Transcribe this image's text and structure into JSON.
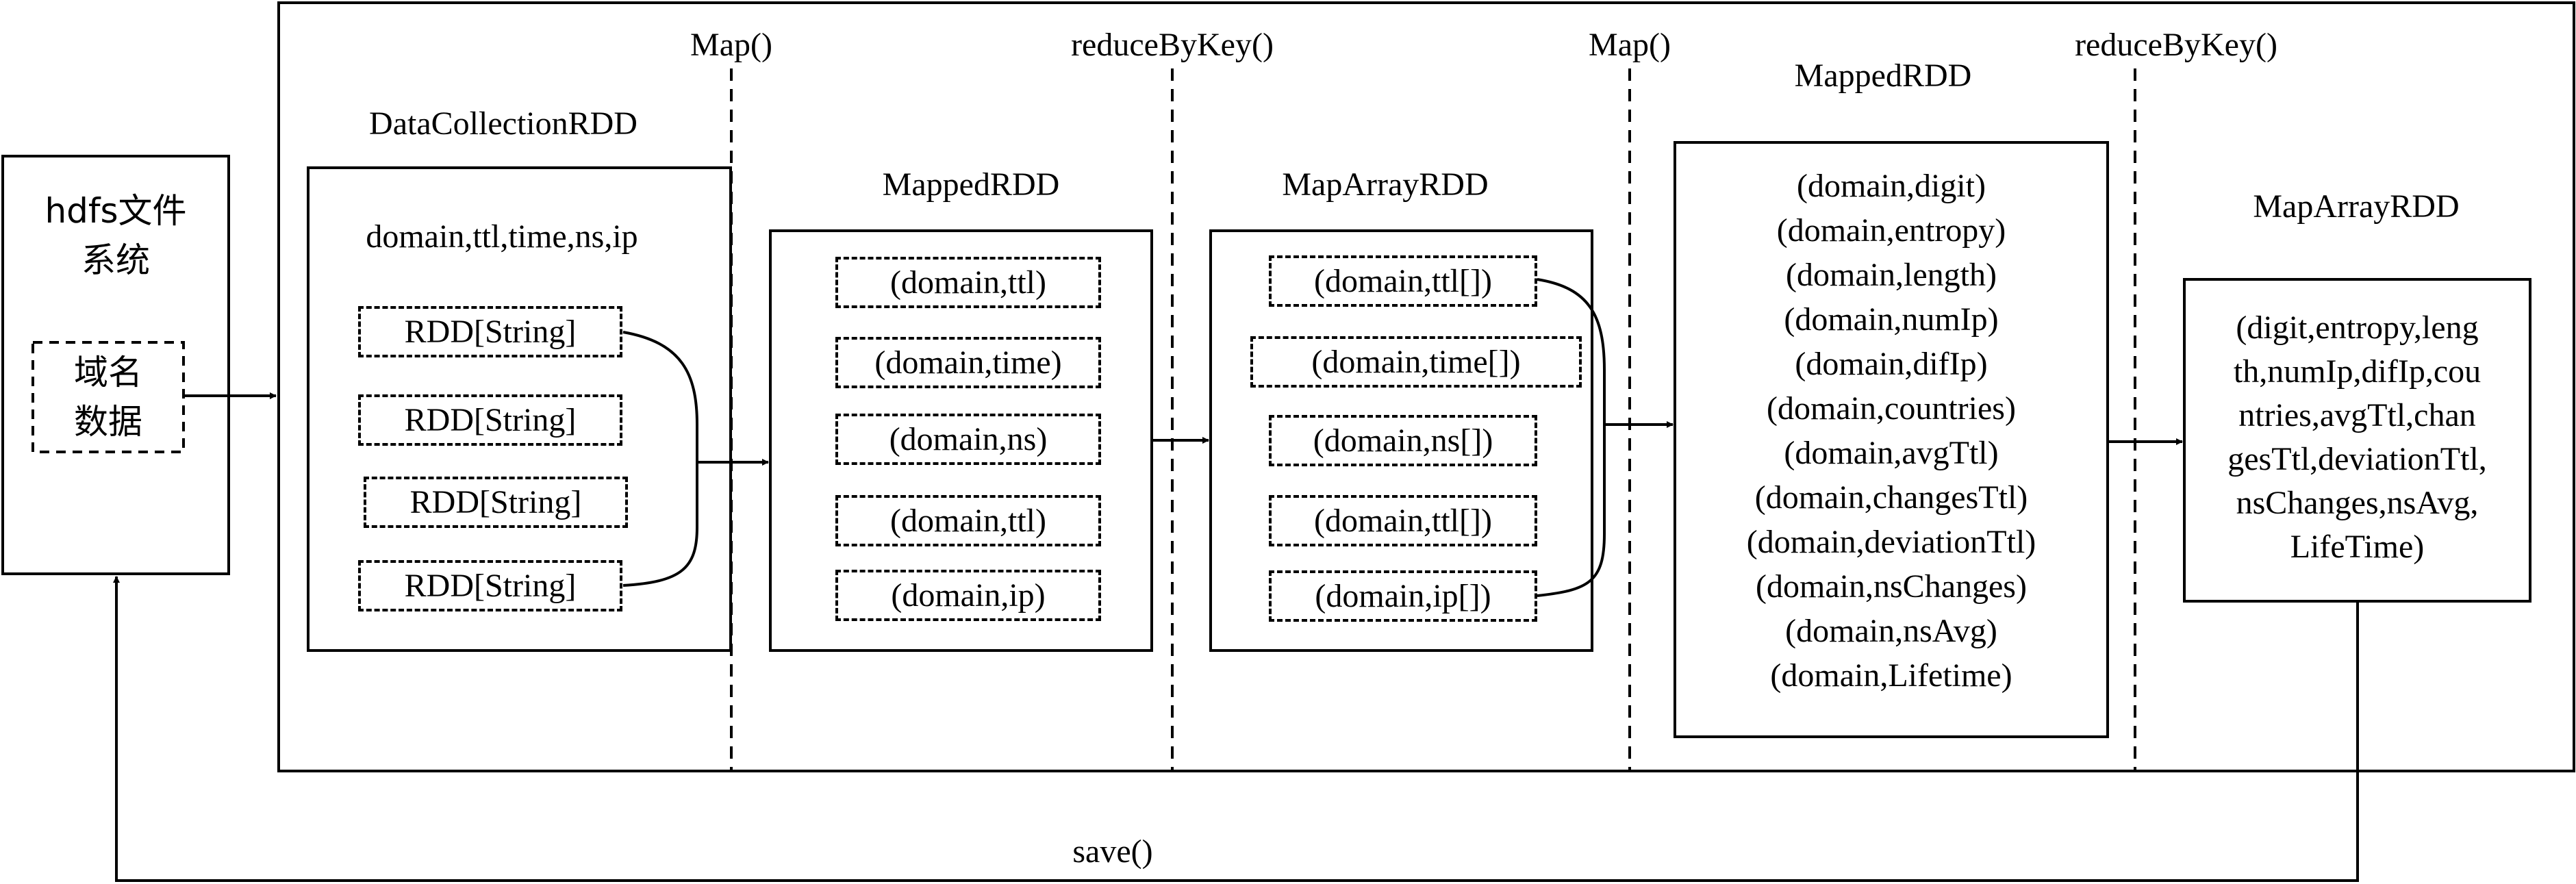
{
  "hdfs": {
    "title_line1": "hdfs文件",
    "title_line2": "系统",
    "data_line1": "域名",
    "data_line2": "数据"
  },
  "stage_labels": {
    "map1": "Map()",
    "reduce1": "reduceByKey()",
    "map2": "Map()",
    "reduce2": "reduceByKey()"
  },
  "data_collection": {
    "title": "DataCollectionRDD",
    "fields": "domain,ttl,time,ns,ip",
    "partitions": [
      "RDD[String]",
      "RDD[String]",
      "RDD[String]",
      "RDD[String]"
    ]
  },
  "mapped_rdd_1": {
    "title": "MappedRDD",
    "items": [
      "(domain,ttl)",
      "(domain,time)",
      "(domain,ns)",
      "(domain,ttl)",
      "(domain,ip)"
    ]
  },
  "map_array_rdd_1": {
    "title": "MapArrayRDD",
    "items": [
      "(domain,ttl[])",
      "(domain,time[])",
      "(domain,ns[])",
      "(domain,ttl[])",
      "(domain,ip[])"
    ]
  },
  "mapped_rdd_2": {
    "title": "MappedRDD",
    "items": [
      "(domain,digit)",
      "(domain,entropy)",
      "(domain,length)",
      "(domain,numIp)",
      "(domain,difIp)",
      "(domain,countries)",
      "(domain,avgTtl)",
      "(domain,changesTtl)",
      "(domain,deviationTtl)",
      "(domain,nsChanges)",
      "(domain,nsAvg)",
      "(domain,Lifetime)"
    ]
  },
  "map_array_rdd_2": {
    "title": "MapArrayRDD",
    "lines": [
      "(digit,entropy,leng",
      "th,numIp,difIp,cou",
      "ntries,avgTtl,chan",
      "gesTtl,deviationTtl,",
      "nsChanges,nsAvg,",
      "LifeTime)"
    ]
  },
  "save_label": "save()"
}
